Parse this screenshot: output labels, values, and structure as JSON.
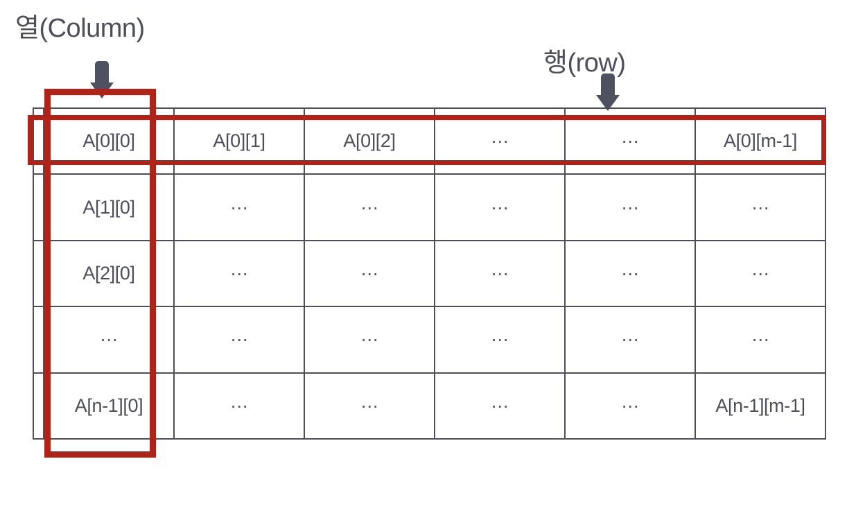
{
  "diagram": {
    "title": "2D array index diagram",
    "annotations": [
      {
        "id": "column",
        "label": "열(Column)",
        "arrow": "down-arrow-icon"
      },
      {
        "id": "row",
        "label": "행(row)",
        "arrow": "down-arrow-icon"
      }
    ],
    "colors": {
      "grid": "#4e4e5a",
      "text": "#4e4e5a",
      "highlight": "#af2318",
      "background": "#ffffff"
    },
    "highlights": [
      {
        "id": "column-highlight",
        "target": "first column",
        "color": "#af2318"
      },
      {
        "id": "row-highlight",
        "target": "first row",
        "color": "#af2318"
      }
    ]
  },
  "table": {
    "rows": [
      [
        "A[0][0]",
        "A[0][1]",
        "A[0][2]",
        "···",
        "···",
        "A[0][m-1]"
      ],
      [
        "A[1][0]",
        "···",
        "···",
        "···",
        "···",
        "···"
      ],
      [
        "A[2][0]",
        "···",
        "···",
        "···",
        "···",
        "···"
      ],
      [
        "···",
        "···",
        "···",
        "···",
        "···",
        "···"
      ],
      [
        "A[n-1][0]",
        "···",
        "···",
        "···",
        "···",
        "A[n-1][m-1]"
      ]
    ]
  }
}
